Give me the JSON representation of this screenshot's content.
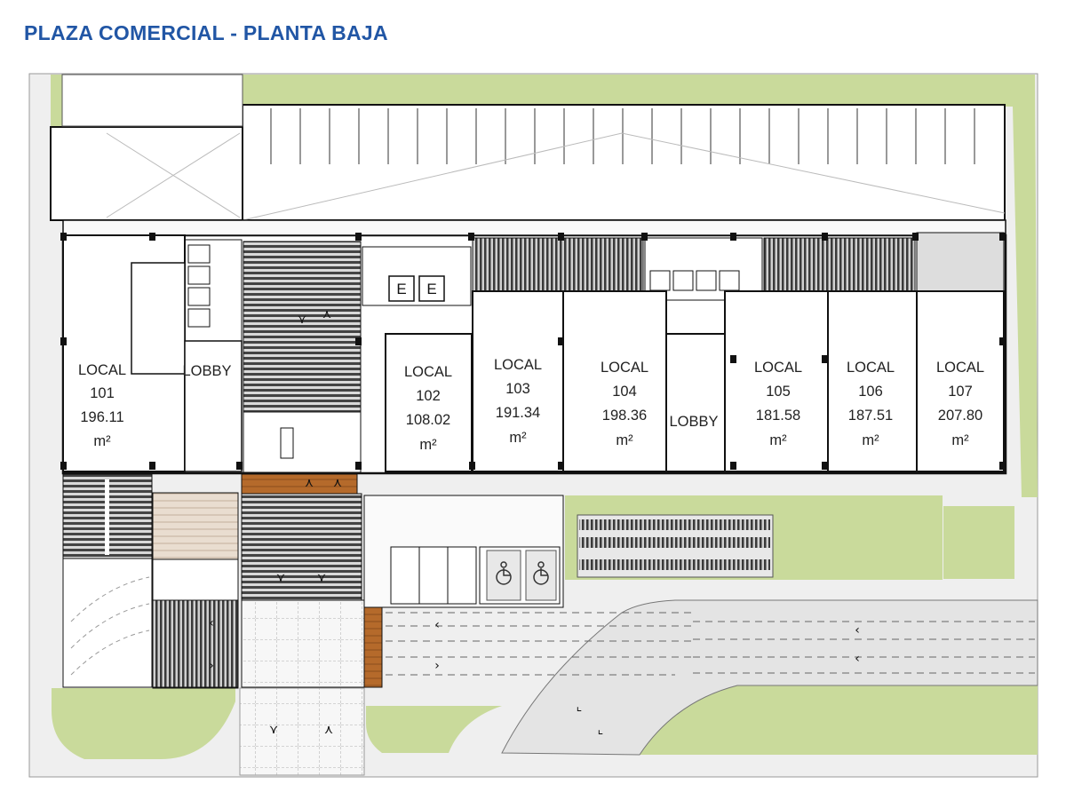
{
  "title": "PLAZA COMERCIAL - PLANTA BAJA",
  "colors": {
    "title": "#2156a5",
    "landscape": "#c9da9b",
    "pavement": "#e6e6e6",
    "wood": "#b56a2b",
    "wall": "#111111"
  },
  "units": [
    {
      "name": "LOCAL",
      "number": "101",
      "area": "196.11",
      "unit": "m²"
    },
    {
      "name": "LOCAL",
      "number": "102",
      "area": "108.02",
      "unit": "m²"
    },
    {
      "name": "LOCAL",
      "number": "103",
      "area": "191.34",
      "unit": "m²"
    },
    {
      "name": "LOCAL",
      "number": "104",
      "area": "198.36",
      "unit": "m²"
    },
    {
      "name": "LOCAL",
      "number": "105",
      "area": "181.58",
      "unit": "m²"
    },
    {
      "name": "LOCAL",
      "number": "106",
      "area": "187.51",
      "unit": "m²"
    },
    {
      "name": "LOCAL",
      "number": "107",
      "area": "207.80",
      "unit": "m²"
    }
  ],
  "lobbies": [
    {
      "label": "LOBBY"
    },
    {
      "label": "LOBBY"
    }
  ],
  "elevators": [
    {
      "label": "E"
    },
    {
      "label": "E"
    }
  ],
  "icons": {
    "accessible": "accessible-parking-icon",
    "direction": "direction-arrow-icon"
  }
}
